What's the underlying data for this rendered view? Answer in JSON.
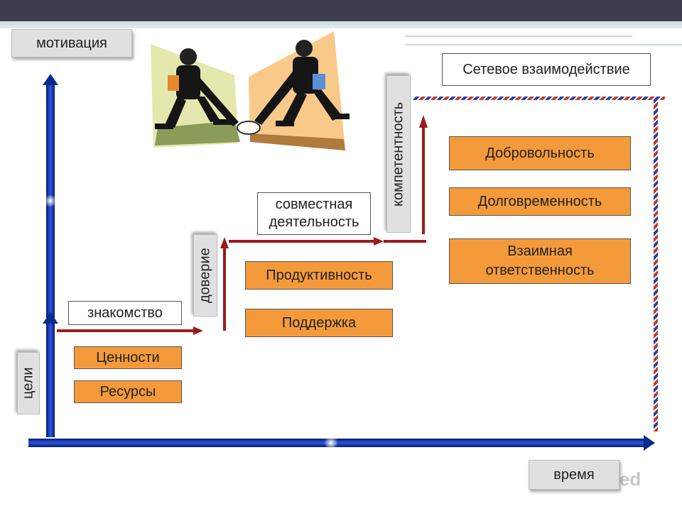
{
  "axes": {
    "y_label": "мотивация",
    "x_label": "время"
  },
  "stages": {
    "goals": "цели",
    "acquaintance": "знакомство",
    "trust": "доверие",
    "joint_activity": "совместная\nдеятельность",
    "competence": "компетентность",
    "network": "Сетевое взаимодействие"
  },
  "boxes": {
    "values": "Ценности",
    "resources": "Ресурсы",
    "productivity": "Продуктивность",
    "support": "Поддержка",
    "voluntariness": "Добровольность",
    "long_term": "Долговременность",
    "mutual_responsibility": "Взаимная\nответственность"
  },
  "watermark": "MyShared",
  "colors": {
    "axis_blue": "#0a2a8a",
    "box_orange": "#f59a3a",
    "arrow_red": "#9b1b1b",
    "dash_red": "#c0392b",
    "dash_blue": "#2a3fa0"
  }
}
